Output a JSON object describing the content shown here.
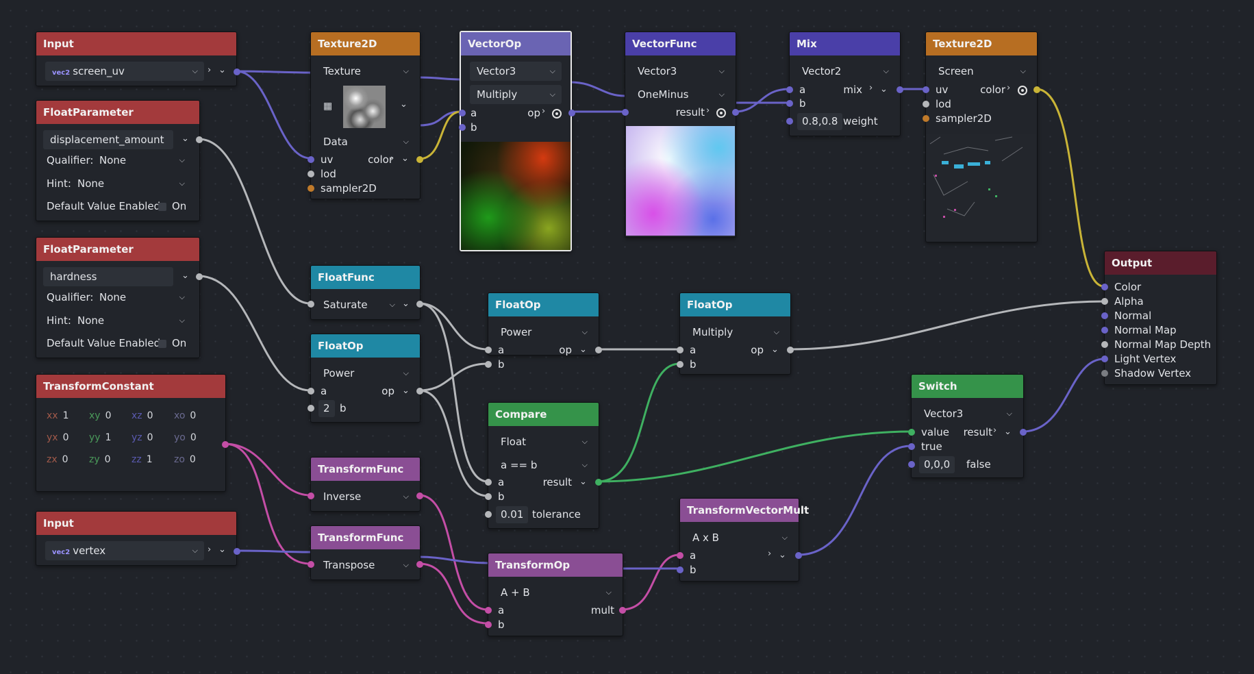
{
  "colors": {
    "input": "#a33a3c",
    "texture": "#b76e22",
    "vector": "#4a3fa8",
    "vectorop_selected": "#6a64b3",
    "float": "#1f88a4",
    "compare": "#35934a",
    "transform": "#8a4e94",
    "output": "#5a1d2c",
    "bg": "#202329"
  },
  "nodes": {
    "input1": {
      "title": "Input",
      "value": "screen_uv",
      "badge": "vec2"
    },
    "floatparam1": {
      "title": "FloatParameter",
      "name": "displacement_amount",
      "qualifier_label": "Qualifier:",
      "qualifier": "None",
      "hint_label": "Hint:",
      "hint": "None",
      "default_label": "Default Value Enabled:",
      "default_value": "On"
    },
    "floatparam2": {
      "title": "FloatParameter",
      "name": "hardness",
      "qualifier_label": "Qualifier:",
      "qualifier": "None",
      "hint_label": "Hint:",
      "hint": "None",
      "default_label": "Default Value Enabled:",
      "default_value": "On"
    },
    "transformconst": {
      "title": "TransformConstant",
      "cells": [
        {
          "k": "xx",
          "v": "1"
        },
        {
          "k": "xy",
          "v": "0"
        },
        {
          "k": "xz",
          "v": "0"
        },
        {
          "k": "xo",
          "v": "0"
        },
        {
          "k": "yx",
          "v": "0"
        },
        {
          "k": "yy",
          "v": "1"
        },
        {
          "k": "yz",
          "v": "0"
        },
        {
          "k": "yo",
          "v": "0"
        },
        {
          "k": "zx",
          "v": "0"
        },
        {
          "k": "zy",
          "v": "0"
        },
        {
          "k": "zz",
          "v": "1"
        },
        {
          "k": "zo",
          "v": "0"
        }
      ]
    },
    "input2": {
      "title": "Input",
      "value": "vertex",
      "badge": "vec2"
    },
    "texture1": {
      "title": "Texture2D",
      "source": "Texture",
      "type": "Data",
      "in_uv": "uv",
      "in_lod": "lod",
      "in_sampler": "sampler2D",
      "out_color": "color"
    },
    "floatfunc": {
      "title": "FloatFunc",
      "func": "Saturate"
    },
    "floatop1": {
      "title": "FloatOp",
      "op": "Power",
      "in_a": "a",
      "out": "op",
      "b_value": "2",
      "in_b": "b"
    },
    "tfunc1": {
      "title": "TransformFunc",
      "func": "Inverse"
    },
    "tfunc2": {
      "title": "TransformFunc",
      "func": "Transpose"
    },
    "vectorop": {
      "title": "VectorOp",
      "type": "Vector3",
      "op": "Multiply",
      "in_a": "a",
      "out": "op",
      "in_b": "b"
    },
    "floatop2": {
      "title": "FloatOp",
      "op": "Power",
      "in_a": "a",
      "out": "op",
      "in_b": "b"
    },
    "compare": {
      "title": "Compare",
      "type": "Float",
      "func": "a == b",
      "in_a": "a",
      "out": "result",
      "in_b": "b",
      "tol_value": "0.01",
      "tol_label": "tolerance"
    },
    "transformop": {
      "title": "TransformOp",
      "op": "A + B",
      "in_a": "a",
      "out": "mult",
      "in_b": "b"
    },
    "vectorfunc": {
      "title": "VectorFunc",
      "type": "Vector3",
      "func": "OneMinus",
      "out": "result"
    },
    "floatop3": {
      "title": "FloatOp",
      "op": "Multiply",
      "in_a": "a",
      "out": "op",
      "in_b": "b"
    },
    "tvmult": {
      "title": "TransformVectorMult",
      "op": "A x B",
      "in_a": "a",
      "in_b": "b"
    },
    "mix": {
      "title": "Mix",
      "type": "Vector2",
      "in_a": "a",
      "out": "mix",
      "in_b": "b",
      "weight_value": "0.8,0.8",
      "weight_label": "weight"
    },
    "texture2": {
      "title": "Texture2D",
      "source": "Screen",
      "in_uv": "uv",
      "out_color": "color",
      "in_lod": "lod",
      "in_sampler": "sampler2D"
    },
    "switch": {
      "title": "Switch",
      "type": "Vector3",
      "in_value": "value",
      "out": "result",
      "in_true": "true",
      "false_value": "0,0,0",
      "false_label": "false"
    },
    "output": {
      "title": "Output",
      "ports": [
        "Color",
        "Alpha",
        "Normal",
        "Normal Map",
        "Normal Map Depth",
        "Light Vertex",
        "Shadow Vertex"
      ]
    }
  }
}
